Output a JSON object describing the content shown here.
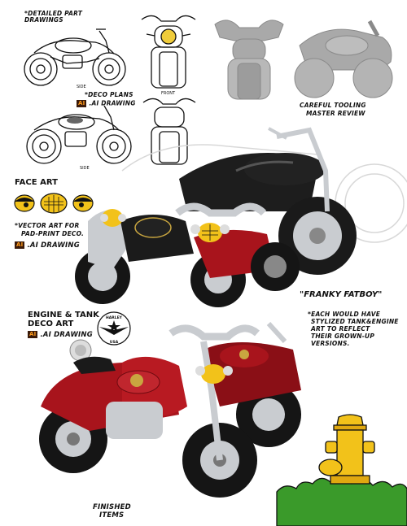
{
  "labels": {
    "detailed_part": "*DETAILED PART DRAWINGS",
    "deco_plans_line1": "*DECO PLANS",
    "deco_plans_line2": ".AI DRAWING",
    "side_top": "SIDE",
    "front": "FRONT",
    "side_bottom": "SIDE",
    "tooling_line1": "CAREFUL TOOLING",
    "tooling_line2": "MASTER REVIEW",
    "face_art": "FACE ART",
    "vector_art_line1": "*VECTOR ART FOR",
    "vector_art_line2": "PAD-PRINT DECO.",
    "ai_drawing": ".AI DRAWING",
    "franky": "\"FRANKY FATBOY\"",
    "engine_line1": "ENGINE & TANK",
    "engine_line2": "DECO ART",
    "engine_ai": ".AI DRAWING",
    "each_line1": "*EACH WOULD HAVE",
    "each_line2": "STYLIZED TANK&ENGINE",
    "each_line3": "ART TO REFLECT",
    "each_line4": "THEIR GROWN-UP",
    "each_line5": "VERSIONS.",
    "finished_line1": "FINISHED",
    "finished_line2": "ITEMS",
    "ai_badge": "Ai",
    "badge_top": "HARLEY",
    "badge_bottom": "USA"
  },
  "colors": {
    "red": "#a8141c",
    "dark_red": "#6e0a10",
    "chrome": "#c9ccd0",
    "black": "#151515",
    "gray_clay": "#a9a9a9",
    "yellow": "#f2c21a",
    "green": "#3a9a2a"
  },
  "icons": [
    "ai-file-icon",
    "eagle-badge-icon",
    "face-art-icon",
    "hydrant-icon"
  ]
}
